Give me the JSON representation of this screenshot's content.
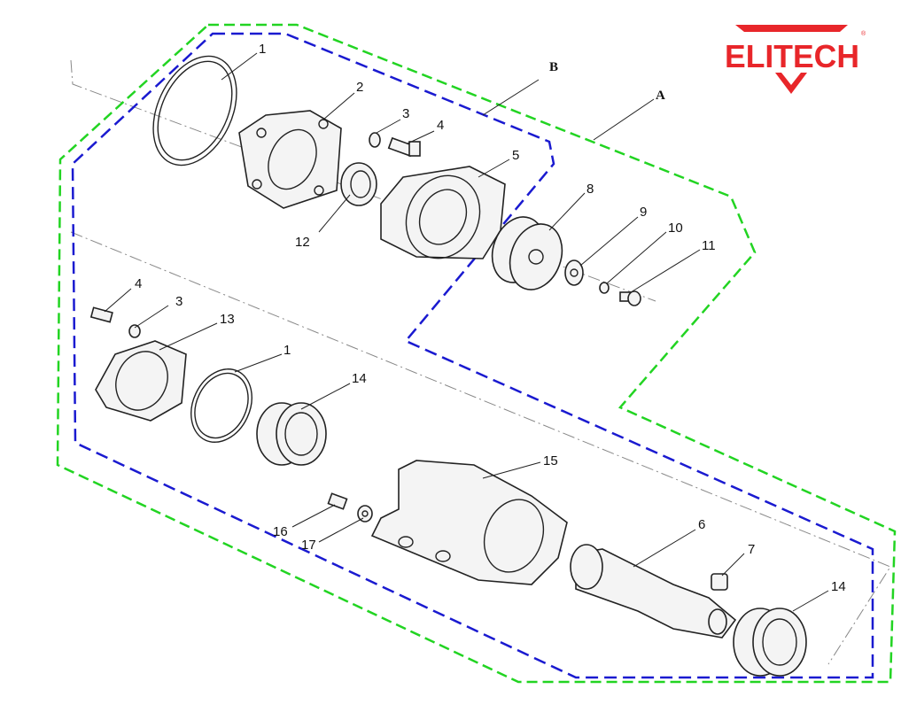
{
  "logo": {
    "text": "ELITECH",
    "registered": "®",
    "color": "#e8262a"
  },
  "groups": [
    {
      "label": "A",
      "color": "#22d422"
    },
    {
      "label": "B",
      "color": "#1a1ad0"
    }
  ],
  "callouts": [
    "1",
    "2",
    "3",
    "4",
    "5",
    "8",
    "9",
    "10",
    "11",
    "12",
    "4",
    "3",
    "13",
    "1",
    "14",
    "15",
    "16",
    "17",
    "6",
    "7",
    "14"
  ]
}
